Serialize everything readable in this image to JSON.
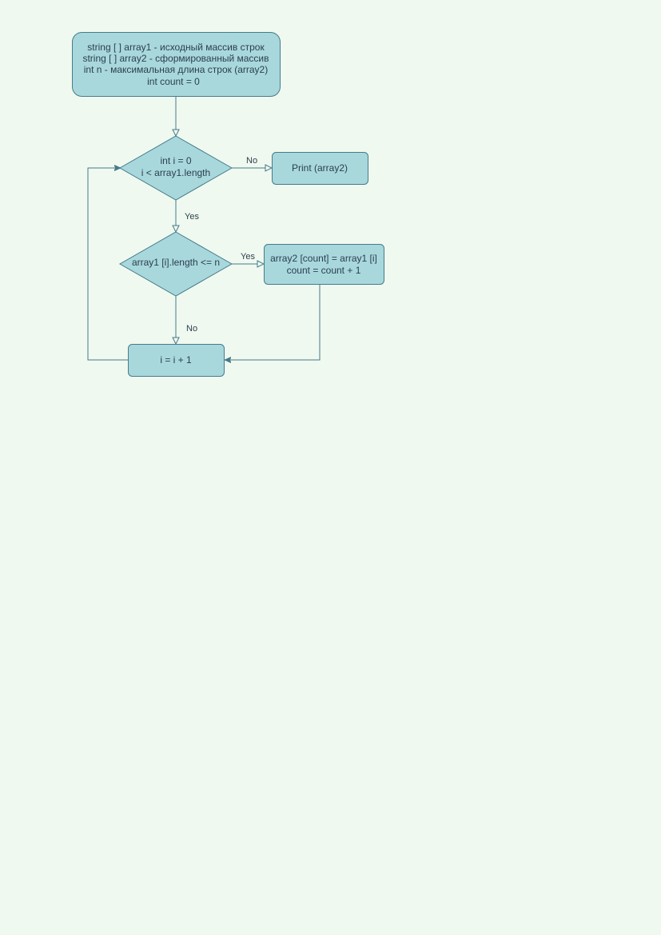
{
  "colors": {
    "background": "#f0f9ef",
    "node_fill": "#a8d8dc",
    "node_stroke": "#457b8c",
    "edge": "#457b8c",
    "text": "#2c3e50"
  },
  "nodes": {
    "start": {
      "line1": "string [ ] array1 - исходный массив строк",
      "line2": "string [ ] array2 - сформированный массив",
      "line3": "int n - максимальная длина строк (array2)",
      "line4": "int count = 0"
    },
    "loop_condition": {
      "line1": "int i = 0",
      "line2": "i < array1.length"
    },
    "print": {
      "label": "Print (array2)"
    },
    "length_condition": {
      "label": "array1 [i].length <= n"
    },
    "assign": {
      "line1": "array2 [count] = array1 [i]",
      "line2": "count = count + 1"
    },
    "increment": {
      "label": "i = i + 1"
    }
  },
  "edge_labels": {
    "loop_no": "No",
    "loop_yes": "Yes",
    "length_yes": "Yes",
    "length_no": "No"
  }
}
